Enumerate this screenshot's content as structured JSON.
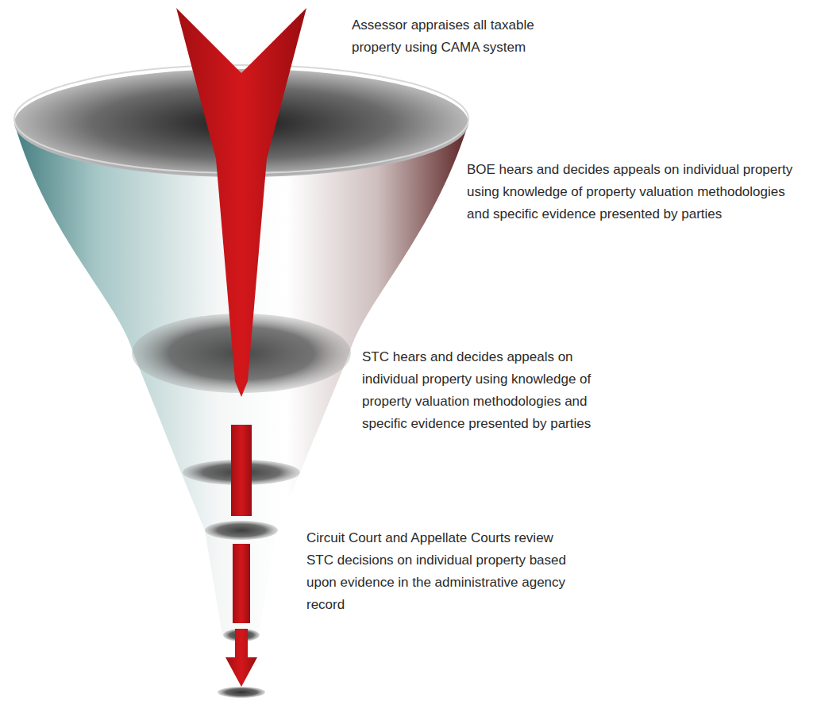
{
  "diagram": {
    "labels": [
      "Assessor appraises all taxable property using CAMA system",
      "BOE hears and decides appeals on individual property using knowledge of property valuation methodologies and specific evidence presented by parties",
      "STC hears and decides appeals on individual property using knowledge of property valuation methodologies and specific evidence presented by parties",
      "Circuit Court and Appellate Courts review STC decisions on individual property based upon evidence in the administrative agency record"
    ]
  }
}
